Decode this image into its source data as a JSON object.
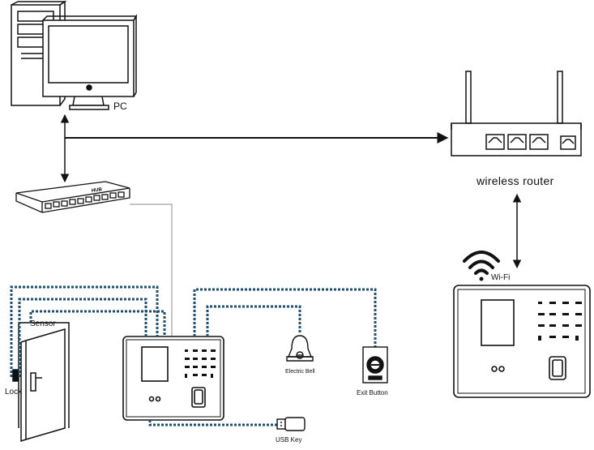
{
  "labels": {
    "pc": "PC",
    "router": "wireless router",
    "wifi": "Wi-Fi",
    "sensor": "Sensor",
    "lock": "Lock",
    "bell": "Electric Bell",
    "exit": "Exit Button",
    "usb": "USB Key",
    "hub": "HUB"
  },
  "colors": {
    "line": "#111111",
    "cable_dotted": "#1f4f6e",
    "thin_wire": "#8a8a8a"
  }
}
